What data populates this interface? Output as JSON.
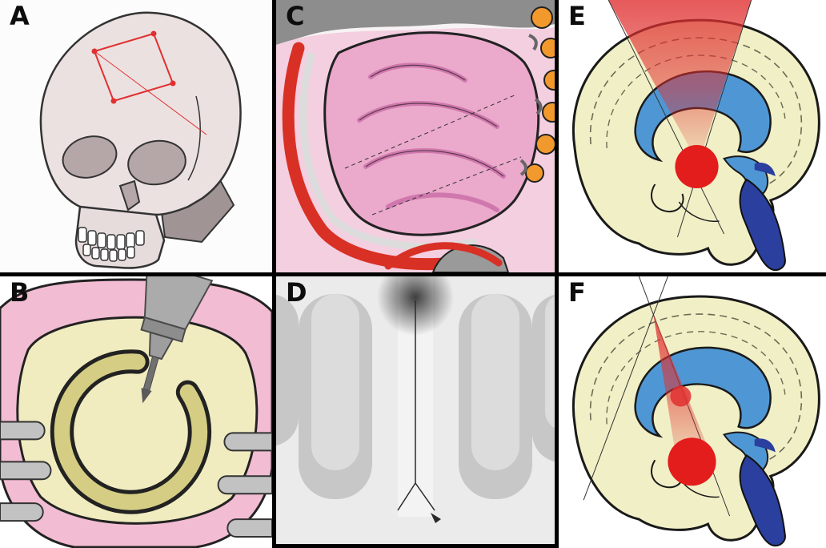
{
  "figure": {
    "panels": [
      {
        "label": "A"
      },
      {
        "label": "B"
      },
      {
        "label": "C"
      },
      {
        "label": "D"
      },
      {
        "label": "E"
      },
      {
        "label": "F"
      }
    ],
    "colors": {
      "bone_cream": "#f1efc6",
      "scalp_pink": "#f2bcd2",
      "brain_pink": "#eba9cb",
      "target_red": "#e31c1c",
      "vessel_red": "#d93025",
      "ventricle_blue": "#4f97d4",
      "brainstem_navy": "#2b3f9e",
      "suture_orange": "#f2992e",
      "cortex_gray": "#c7c7c7",
      "divider_black": "#000000"
    }
  }
}
